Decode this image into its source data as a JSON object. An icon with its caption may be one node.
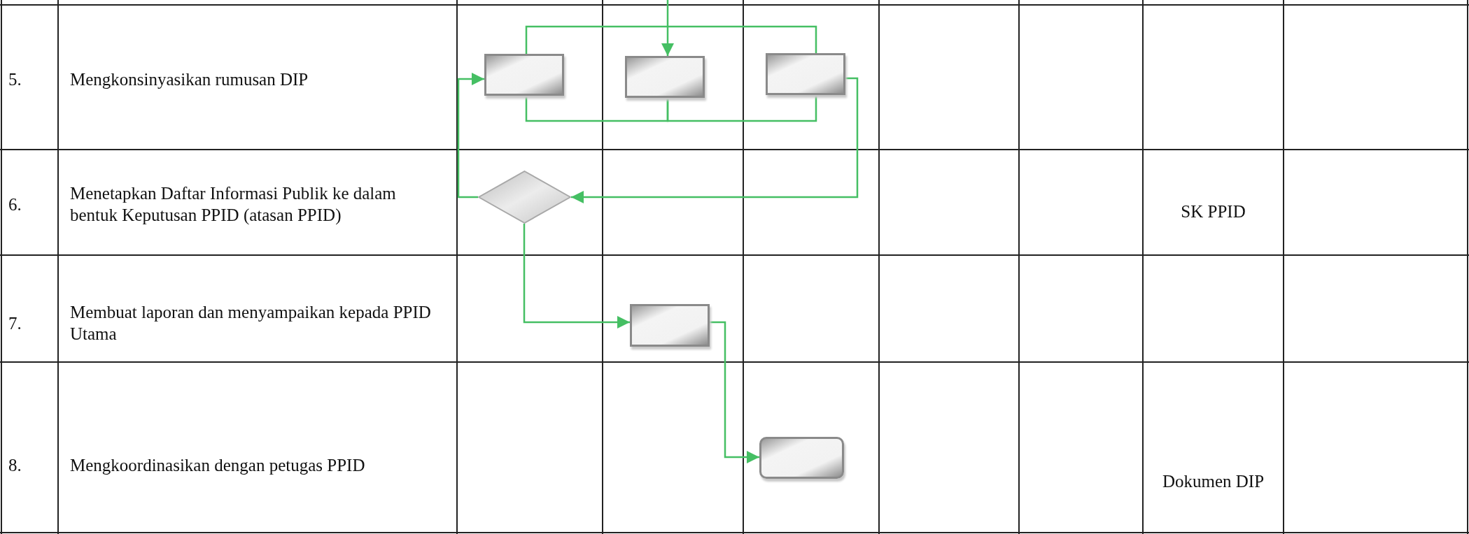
{
  "diagram": {
    "nodes": [
      {
        "text": [],
        "shape": "box"
      },
      {
        "text": [],
        "shape": "box"
      },
      {
        "text": [],
        "shape": "box"
      },
      {
        "text": [],
        "shape": "diamond"
      },
      {
        "text": [],
        "shape": "box"
      },
      {
        "text": [],
        "shape": "box"
      }
    ],
    "edges": [
      {
        "from": null,
        "to": 1,
        "arrow": "to"
      },
      {
        "from": 0,
        "to": 2,
        "arrow": "none"
      },
      {
        "from": 0,
        "to": 1,
        "arrow": "none"
      },
      {
        "from": 1,
        "to": 2,
        "arrow": "none"
      },
      {
        "from": 2,
        "to": 3,
        "arrow": "to"
      },
      {
        "from": 3,
        "to": 0,
        "arrow": "to"
      },
      {
        "from": 3,
        "to": 4,
        "arrow": "to"
      },
      {
        "from": 4,
        "to": 5,
        "arrow": "to"
      }
    ],
    "labels": [
      "5.",
      "Mengkonsinyasikan rumusan DIP",
      "6.",
      "Menetapkan Daftar Informasi Publik ke dalam bentuk Keputusan PPID (atasan PPID)",
      "SK PPID",
      "7.",
      "Membuat laporan dan menyampaikan kepada PPID Utama",
      "8.",
      "Mengkoordinasikan dengan petugas PPID",
      "Dokumen DIP"
    ]
  }
}
